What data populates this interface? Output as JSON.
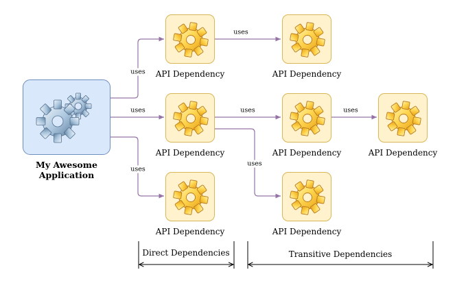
{
  "application": {
    "label_line1": "My Awesome",
    "label_line2": "Application"
  },
  "dependencies": {
    "d1": "API Dependency",
    "d2": "API Dependency",
    "d3": "API Dependency",
    "t1": "API Dependency",
    "t2": "API Dependency",
    "t3": "API Dependency",
    "t4": "API Dependency"
  },
  "edges": {
    "app_d1": "uses",
    "app_d2": "uses",
    "app_d3": "uses",
    "d1_t1": "uses",
    "d2_t2": "uses",
    "t2_t3": "uses",
    "d2_t4": "uses"
  },
  "groups": {
    "direct": "Direct Dependencies",
    "transitive": "Transitive Dependencies"
  },
  "colors": {
    "app_fill": "#dae8fc",
    "app_stroke": "#6c8ebf",
    "dep_fill": "#fff2cc",
    "dep_stroke": "#d6b656",
    "edge": "#9673a6",
    "gear_light": "#ffd54f",
    "gear_dark": "#e8a317",
    "app_gear_light": "#cfe2f3",
    "app_gear_dark": "#6f8fb0"
  }
}
